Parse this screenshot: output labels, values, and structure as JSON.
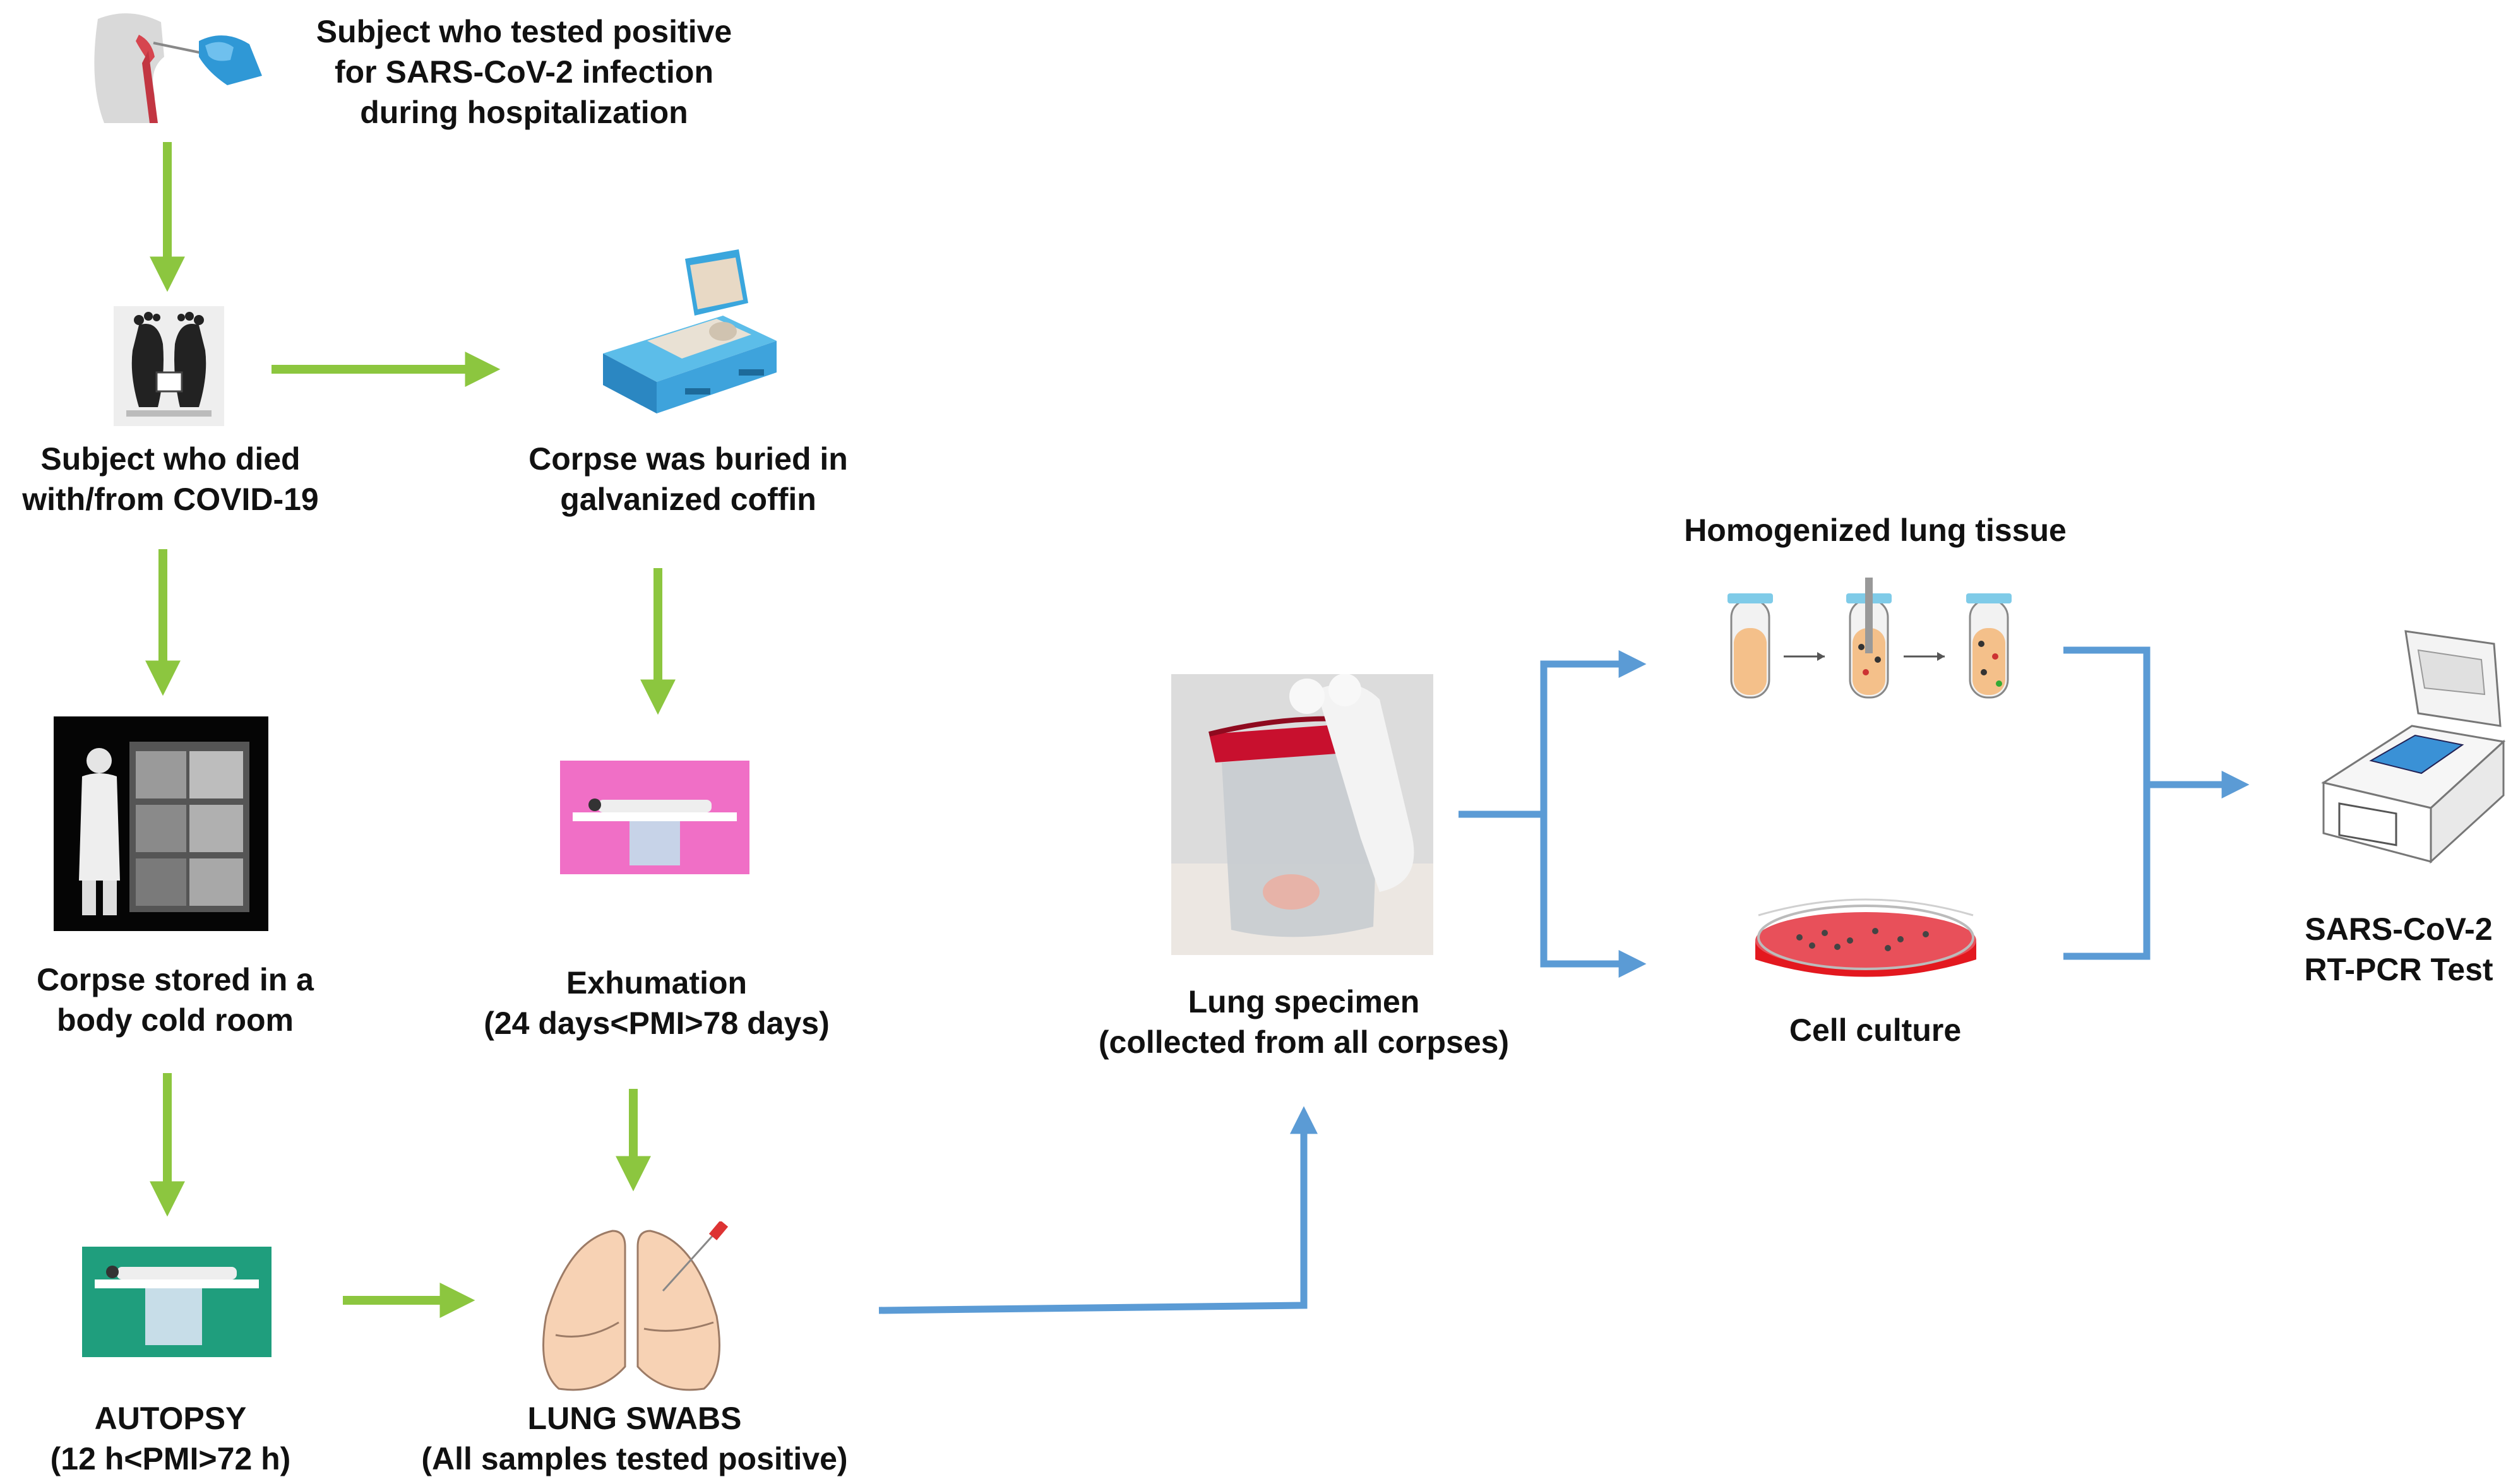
{
  "colors": {
    "flow_green": "#8cc63f",
    "flow_blue": "#5b9bd5"
  },
  "nodes": {
    "positive_subject": {
      "icon": "nasal-swab-icon",
      "lines": [
        "Subject who tested positive",
        "for SARS-CoV-2 infection",
        "during hospitalization"
      ]
    },
    "died_subject": {
      "icon": "feet-toe-tag-icon",
      "lines": [
        "Subject who died",
        "with/from COVID-19"
      ]
    },
    "buried": {
      "icon": "coffin-icon",
      "lines": [
        "Corpse was buried in",
        "galvanized coffin"
      ]
    },
    "cold_room": {
      "icon": "morgue-cold-room-photo",
      "lines": [
        "Corpse stored in a",
        "body cold room"
      ]
    },
    "exhumation": {
      "icon": "exhumation-table-icon",
      "lines": [
        "Exhumation",
        "(24 days<PMI>78 days)"
      ]
    },
    "autopsy": {
      "icon": "autopsy-table-icon",
      "lines": [
        "AUTOPSY",
        "(12 h<PMI>72 h)"
      ]
    },
    "lung_swabs": {
      "icon": "lungs-swab-icon",
      "lines": [
        "LUNG SWABS",
        "(All samples tested positive)"
      ]
    },
    "lung_specimen": {
      "icon": "specimen-jar-photo",
      "lines": [
        "Lung specimen",
        "(collected from all corpses)"
      ]
    },
    "homogenized": {
      "icon": "test-tubes-icon",
      "lines": [
        "Homogenized lung tissue"
      ]
    },
    "cell_culture": {
      "icon": "petri-dish-icon",
      "lines": [
        "Cell culture"
      ]
    },
    "rt_pcr": {
      "icon": "pcr-machine-icon",
      "lines": [
        "SARS-CoV-2",
        "RT-PCR Test"
      ]
    }
  }
}
